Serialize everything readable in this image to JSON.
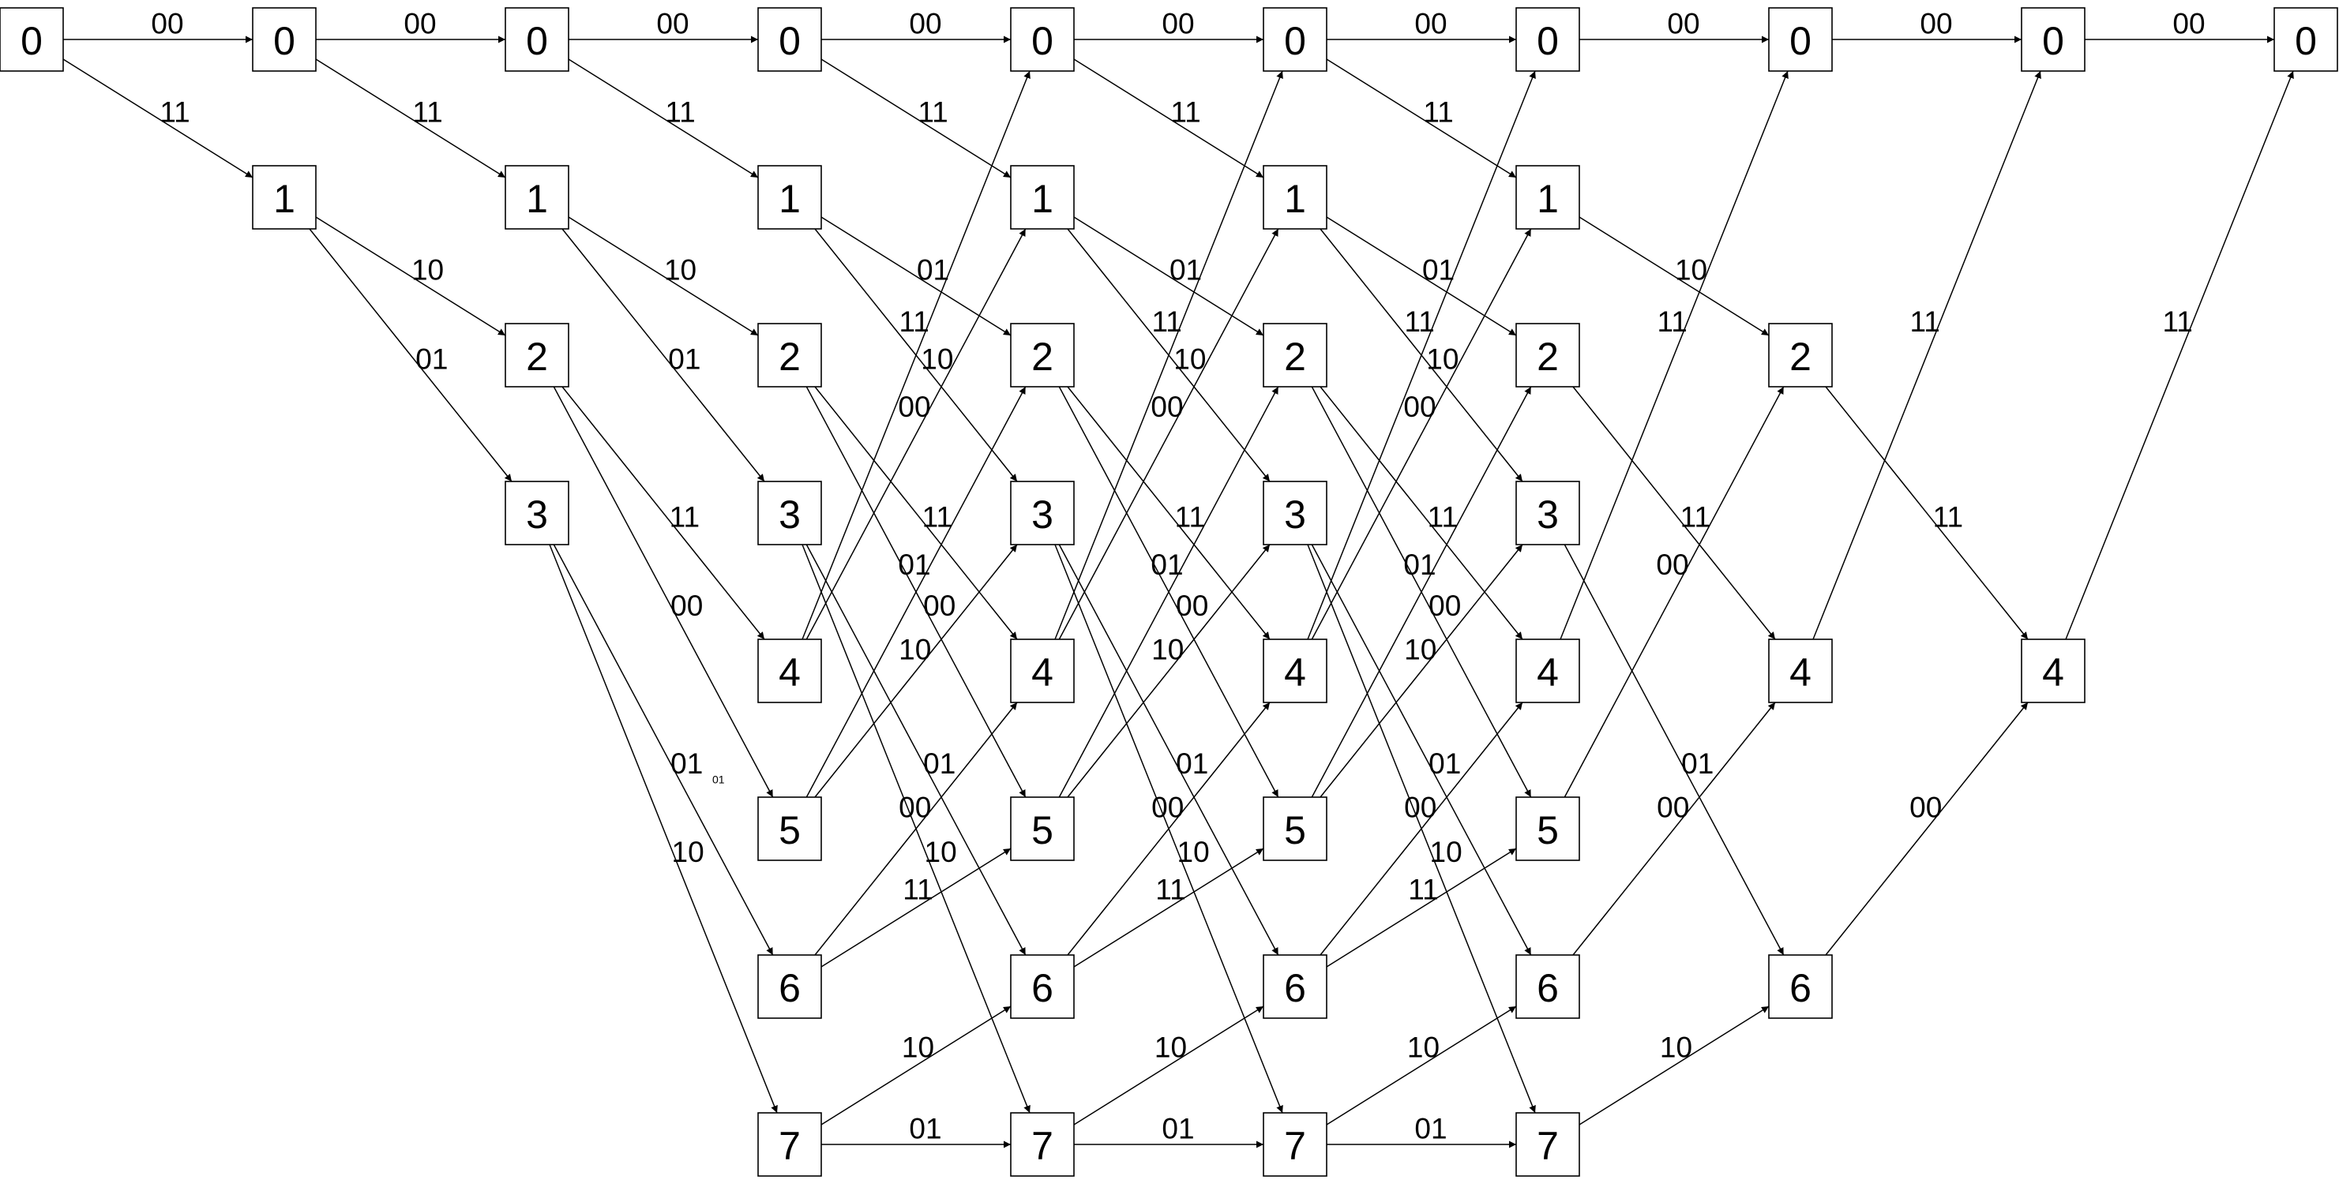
{
  "diagram": {
    "type": "trellis",
    "node_color": "#ffffff",
    "line_color": "#000000",
    "stages": [
      {
        "stage": 0,
        "states": [
          "0"
        ]
      },
      {
        "stage": 1,
        "states": [
          "0",
          "1"
        ]
      },
      {
        "stage": 2,
        "states": [
          "0",
          "1",
          "2",
          "3"
        ]
      },
      {
        "stage": 3,
        "states": [
          "0",
          "1",
          "2",
          "3",
          "4",
          "5",
          "6",
          "7"
        ]
      },
      {
        "stage": 4,
        "states": [
          "0",
          "1",
          "2",
          "3",
          "4",
          "5",
          "6",
          "7"
        ]
      },
      {
        "stage": 5,
        "states": [
          "0",
          "1",
          "2",
          "3",
          "4",
          "5",
          "6",
          "7"
        ]
      },
      {
        "stage": 6,
        "states": [
          "0",
          "1",
          "2",
          "3",
          "4",
          "5",
          "6",
          "7"
        ]
      },
      {
        "stage": 7,
        "states": [
          "0",
          "2",
          "4",
          "6"
        ]
      },
      {
        "stage": 8,
        "states": [
          "0",
          "4"
        ]
      },
      {
        "stage": 9,
        "states": [
          "0"
        ]
      }
    ],
    "edges": [
      {
        "from": [
          0,
          "0"
        ],
        "to": [
          1,
          "0"
        ],
        "label": "00"
      },
      {
        "from": [
          0,
          "0"
        ],
        "to": [
          1,
          "1"
        ],
        "label": "11"
      },
      {
        "from": [
          1,
          "0"
        ],
        "to": [
          2,
          "0"
        ],
        "label": "00"
      },
      {
        "from": [
          1,
          "0"
        ],
        "to": [
          2,
          "1"
        ],
        "label": "11"
      },
      {
        "from": [
          1,
          "1"
        ],
        "to": [
          2,
          "2"
        ],
        "label": "10"
      },
      {
        "from": [
          1,
          "1"
        ],
        "to": [
          2,
          "3"
        ],
        "label": "01"
      },
      {
        "from": [
          2,
          "0"
        ],
        "to": [
          3,
          "0"
        ],
        "label": "00"
      },
      {
        "from": [
          2,
          "0"
        ],
        "to": [
          3,
          "1"
        ],
        "label": "11"
      },
      {
        "from": [
          2,
          "1"
        ],
        "to": [
          3,
          "2"
        ],
        "label": "10"
      },
      {
        "from": [
          2,
          "1"
        ],
        "to": [
          3,
          "3"
        ],
        "label": "01"
      },
      {
        "from": [
          2,
          "2"
        ],
        "to": [
          3,
          "4"
        ],
        "label": "11"
      },
      {
        "from": [
          2,
          "2"
        ],
        "to": [
          3,
          "5"
        ],
        "label": "00"
      },
      {
        "from": [
          2,
          "3"
        ],
        "to": [
          3,
          "6"
        ],
        "label": "01",
        "small_label": "01"
      },
      {
        "from": [
          2,
          "3"
        ],
        "to": [
          3,
          "7"
        ],
        "label": "10"
      },
      {
        "from": [
          3,
          "0"
        ],
        "to": [
          4,
          "0"
        ],
        "label": "00"
      },
      {
        "from": [
          3,
          "0"
        ],
        "to": [
          4,
          "1"
        ],
        "label": "11"
      },
      {
        "from": [
          3,
          "1"
        ],
        "to": [
          4,
          "2"
        ],
        "label": "01"
      },
      {
        "from": [
          3,
          "1"
        ],
        "to": [
          4,
          "3"
        ],
        "label": "10"
      },
      {
        "from": [
          3,
          "2"
        ],
        "to": [
          4,
          "4"
        ],
        "label": "11"
      },
      {
        "from": [
          3,
          "2"
        ],
        "to": [
          4,
          "5"
        ],
        "label": "00"
      },
      {
        "from": [
          3,
          "3"
        ],
        "to": [
          4,
          "6"
        ],
        "label": "01"
      },
      {
        "from": [
          3,
          "3"
        ],
        "to": [
          4,
          "7"
        ],
        "label": "10"
      },
      {
        "from": [
          3,
          "4"
        ],
        "to": [
          4,
          "0"
        ],
        "label": "11"
      },
      {
        "from": [
          3,
          "4"
        ],
        "to": [
          4,
          "1"
        ],
        "label": "00"
      },
      {
        "from": [
          3,
          "5"
        ],
        "to": [
          4,
          "2"
        ],
        "label": "01"
      },
      {
        "from": [
          3,
          "5"
        ],
        "to": [
          4,
          "3"
        ],
        "label": "10"
      },
      {
        "from": [
          3,
          "6"
        ],
        "to": [
          4,
          "4"
        ],
        "label": "00"
      },
      {
        "from": [
          3,
          "6"
        ],
        "to": [
          4,
          "5"
        ],
        "label": "11"
      },
      {
        "from": [
          3,
          "7"
        ],
        "to": [
          4,
          "6"
        ],
        "label": "10"
      },
      {
        "from": [
          3,
          "7"
        ],
        "to": [
          4,
          "7"
        ],
        "label": "01"
      },
      {
        "from": [
          4,
          "0"
        ],
        "to": [
          5,
          "0"
        ],
        "label": "00"
      },
      {
        "from": [
          4,
          "0"
        ],
        "to": [
          5,
          "1"
        ],
        "label": "11"
      },
      {
        "from": [
          4,
          "1"
        ],
        "to": [
          5,
          "2"
        ],
        "label": "01"
      },
      {
        "from": [
          4,
          "1"
        ],
        "to": [
          5,
          "3"
        ],
        "label": "10"
      },
      {
        "from": [
          4,
          "2"
        ],
        "to": [
          5,
          "4"
        ],
        "label": "11"
      },
      {
        "from": [
          4,
          "2"
        ],
        "to": [
          5,
          "5"
        ],
        "label": "00"
      },
      {
        "from": [
          4,
          "3"
        ],
        "to": [
          5,
          "6"
        ],
        "label": "01"
      },
      {
        "from": [
          4,
          "3"
        ],
        "to": [
          5,
          "7"
        ],
        "label": "10"
      },
      {
        "from": [
          4,
          "4"
        ],
        "to": [
          5,
          "0"
        ],
        "label": "11"
      },
      {
        "from": [
          4,
          "4"
        ],
        "to": [
          5,
          "1"
        ],
        "label": "00"
      },
      {
        "from": [
          4,
          "5"
        ],
        "to": [
          5,
          "2"
        ],
        "label": "01"
      },
      {
        "from": [
          4,
          "5"
        ],
        "to": [
          5,
          "3"
        ],
        "label": "10"
      },
      {
        "from": [
          4,
          "6"
        ],
        "to": [
          5,
          "4"
        ],
        "label": "00"
      },
      {
        "from": [
          4,
          "6"
        ],
        "to": [
          5,
          "5"
        ],
        "label": "11"
      },
      {
        "from": [
          4,
          "7"
        ],
        "to": [
          5,
          "6"
        ],
        "label": "10"
      },
      {
        "from": [
          4,
          "7"
        ],
        "to": [
          5,
          "7"
        ],
        "label": "01"
      },
      {
        "from": [
          5,
          "0"
        ],
        "to": [
          6,
          "0"
        ],
        "label": "00"
      },
      {
        "from": [
          5,
          "0"
        ],
        "to": [
          6,
          "1"
        ],
        "label": "11"
      },
      {
        "from": [
          5,
          "1"
        ],
        "to": [
          6,
          "2"
        ],
        "label": "01"
      },
      {
        "from": [
          5,
          "1"
        ],
        "to": [
          6,
          "3"
        ],
        "label": "10"
      },
      {
        "from": [
          5,
          "2"
        ],
        "to": [
          6,
          "4"
        ],
        "label": "11"
      },
      {
        "from": [
          5,
          "2"
        ],
        "to": [
          6,
          "5"
        ],
        "label": "00"
      },
      {
        "from": [
          5,
          "3"
        ],
        "to": [
          6,
          "6"
        ],
        "label": "01"
      },
      {
        "from": [
          5,
          "3"
        ],
        "to": [
          6,
          "7"
        ],
        "label": "10"
      },
      {
        "from": [
          5,
          "4"
        ],
        "to": [
          6,
          "0"
        ],
        "label": "11"
      },
      {
        "from": [
          5,
          "4"
        ],
        "to": [
          6,
          "1"
        ],
        "label": "00"
      },
      {
        "from": [
          5,
          "5"
        ],
        "to": [
          6,
          "2"
        ],
        "label": "01"
      },
      {
        "from": [
          5,
          "5"
        ],
        "to": [
          6,
          "3"
        ],
        "label": "10"
      },
      {
        "from": [
          5,
          "6"
        ],
        "to": [
          6,
          "4"
        ],
        "label": "00"
      },
      {
        "from": [
          5,
          "6"
        ],
        "to": [
          6,
          "5"
        ],
        "label": "11"
      },
      {
        "from": [
          5,
          "7"
        ],
        "to": [
          6,
          "6"
        ],
        "label": "10"
      },
      {
        "from": [
          5,
          "7"
        ],
        "to": [
          6,
          "7"
        ],
        "label": "01"
      },
      {
        "from": [
          6,
          "0"
        ],
        "to": [
          7,
          "0"
        ],
        "label": "00"
      },
      {
        "from": [
          6,
          "1"
        ],
        "to": [
          7,
          "2"
        ],
        "label": "10"
      },
      {
        "from": [
          6,
          "2"
        ],
        "to": [
          7,
          "4"
        ],
        "label": "11"
      },
      {
        "from": [
          6,
          "3"
        ],
        "to": [
          7,
          "6"
        ],
        "label": "01"
      },
      {
        "from": [
          6,
          "4"
        ],
        "to": [
          7,
          "0"
        ],
        "label": "11"
      },
      {
        "from": [
          6,
          "5"
        ],
        "to": [
          7,
          "2"
        ],
        "label": "00"
      },
      {
        "from": [
          6,
          "6"
        ],
        "to": [
          7,
          "4"
        ],
        "label": "00"
      },
      {
        "from": [
          6,
          "7"
        ],
        "to": [
          7,
          "6"
        ],
        "label": "10"
      },
      {
        "from": [
          7,
          "0"
        ],
        "to": [
          8,
          "0"
        ],
        "label": "00"
      },
      {
        "from": [
          7,
          "2"
        ],
        "to": [
          8,
          "4"
        ],
        "label": "11"
      },
      {
        "from": [
          7,
          "4"
        ],
        "to": [
          8,
          "0"
        ],
        "label": "11"
      },
      {
        "from": [
          7,
          "6"
        ],
        "to": [
          8,
          "4"
        ],
        "label": "00"
      },
      {
        "from": [
          8,
          "0"
        ],
        "to": [
          9,
          "0"
        ],
        "label": "00"
      },
      {
        "from": [
          8,
          "4"
        ],
        "to": [
          9,
          "0"
        ],
        "label": "11"
      }
    ]
  }
}
